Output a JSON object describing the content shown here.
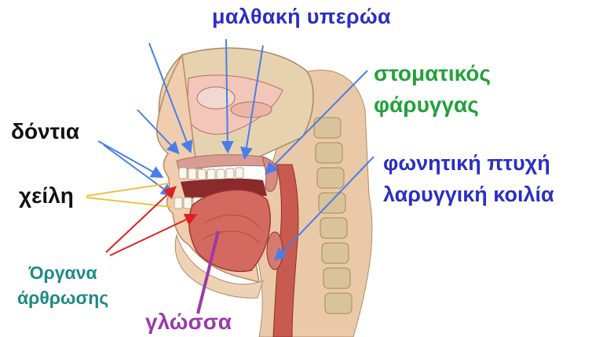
{
  "labels": {
    "soft_palate": "μαλθακή υπερώα",
    "oral_pharynx": [
      "στοματικός",
      "φάρυγγας"
    ],
    "vocal": [
      "φωνητική πτυχή",
      "λαρυγγική κοιλία"
    ],
    "teeth": "δόντια",
    "lips": "χείλη",
    "organs": [
      "Όργανα",
      "άρθρωσης"
    ],
    "tongue": "γλώσσα"
  },
  "colors": {
    "blue_label": "#2a2fc4",
    "green_label": "#22a03a",
    "teal_label": "#1f8a86",
    "purple_label": "#9b3aa8",
    "blue_arrow": "#4a7de8",
    "red_arrow": "#e02020",
    "yellow_line": "#f2c040"
  }
}
